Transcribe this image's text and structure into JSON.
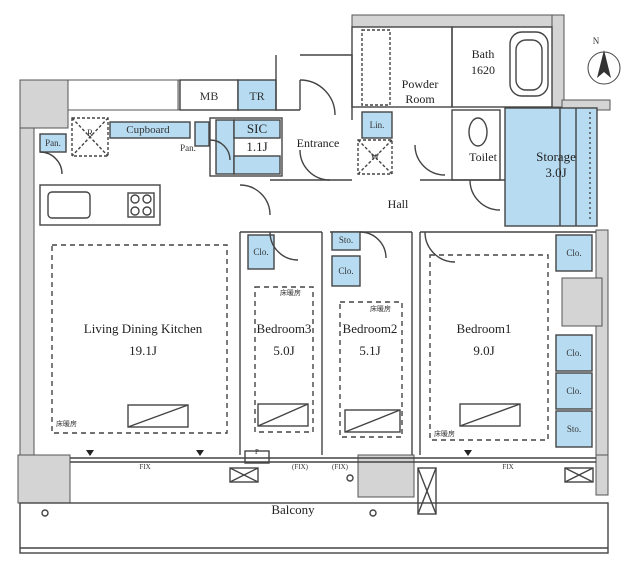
{
  "compass": {
    "label": "N"
  },
  "rooms": {
    "ldk": {
      "name": "Living Dining Kitchen",
      "area": "19.1J"
    },
    "bedroom3": {
      "name": "Bedroom3",
      "area": "5.0J"
    },
    "bedroom2": {
      "name": "Bedroom2",
      "area": "5.1J"
    },
    "bedroom1": {
      "name": "Bedroom1",
      "area": "9.0J"
    },
    "storage": {
      "name": "Storage",
      "area": "3.0J"
    },
    "sic": {
      "name": "SIC",
      "area": "1.1J"
    },
    "bath": {
      "name": "Bath",
      "size": "1620"
    },
    "powder": {
      "line1": "Powder",
      "line2": "Room"
    },
    "hall": {
      "name": "Hall"
    },
    "entrance": {
      "name": "Entrance"
    },
    "toilet": {
      "name": "Toilet"
    },
    "balcony": {
      "name": "Balcony"
    }
  },
  "labels": {
    "mb": "MB",
    "tr": "TR",
    "cupboard": "Cupboard",
    "refrigerator": "R",
    "pan": "Pan.",
    "lin": "Lin.",
    "washer": "W",
    "sto": "Sto.",
    "clo": "Clo.",
    "floor_heating": "床暖房",
    "fix": "FIX",
    "fix_paren": "(FIX)",
    "pipe": "P"
  },
  "colors": {
    "wall": "#d4d4d4",
    "wall_line": "#555555",
    "storage_fill": "#b7dcf2",
    "line": "#444444"
  }
}
